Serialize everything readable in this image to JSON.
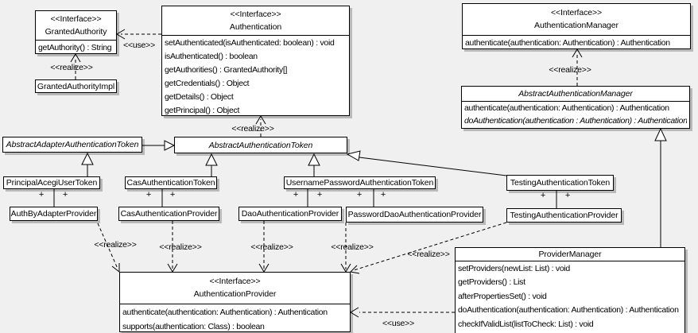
{
  "diagram": {
    "background_color": "#f0f0f0",
    "box_fill": "#ffffff",
    "border_color": "#000000",
    "shadow_color": "#b9b9b9"
  },
  "labels": {
    "use": "<<use>>",
    "realize": "<<realize>>",
    "plus": "+"
  },
  "classes": {
    "granted_authority": {
      "stereotype": "<<Interface>>",
      "name": "GrantedAuthority",
      "methods": [
        "getAuthority() : String"
      ]
    },
    "granted_authority_impl": {
      "name": "GrantedAuthorityImpl"
    },
    "authentication": {
      "stereotype": "<<Interface>>",
      "name": "Authentication",
      "methods": [
        "setAuthenticated(isAuthenticated: boolean) : void",
        "isAuthenticated() : boolean",
        "getAuthorities() : GrantedAuthority[]",
        "getCredentials() : Object",
        "getDetails() : Object",
        "getPrincipal() : Object"
      ]
    },
    "authentication_manager": {
      "stereotype": "<<Interface>>",
      "name": "AuthenticationManager",
      "methods": [
        "authenticate(authentication: Authentication) : Authentication"
      ]
    },
    "abstract_authentication_manager": {
      "name": "AbstractAuthenticationManager",
      "methods": [
        "authenticate(authentication: Authentication) : Authentication",
        "doAuthentication(authentication : Authentication) : Authentication"
      ]
    },
    "abstract_adapter_authentication_token": {
      "name": "AbstractAdapterAuthenticationToken"
    },
    "abstract_authentication_token": {
      "name": "AbstractAuthenticationToken"
    },
    "principal_acegi_user_token": {
      "name": "PrincipalAcegiUserToken"
    },
    "cas_authentication_token": {
      "name": "CasAuthenticationToken"
    },
    "username_password_authentication_token": {
      "name": "UsernamePasswordAuthenticationToken"
    },
    "testing_authentication_token": {
      "name": "TestingAuthenticationToken"
    },
    "auth_by_adapter_provider": {
      "name": "AuthByAdapterProvider"
    },
    "cas_authentication_provider": {
      "name": "CasAuthenticationProvider"
    },
    "dao_authentication_provider": {
      "name": "DaoAuthenticationProvider"
    },
    "password_dao_authentication_provider": {
      "name": "PasswordDaoAuthenticationProvider"
    },
    "testing_authentication_provider": {
      "name": "TestingAuthenticationProvider"
    },
    "authentication_provider": {
      "stereotype": "<<Interface>>",
      "name": "AuthenticationProvider",
      "methods": [
        "authenticate(authentication: Authentication) : Authentication",
        "supports(authentication: Class) : boolean"
      ]
    },
    "provider_manager": {
      "name": "ProviderManager",
      "methods": [
        "setProviders(newList: List) : void",
        "getProviders() : List",
        "afterPropertiesSet() : void",
        "doAuthentication(authentication: Authentication) : Authentication",
        "checkIfValidList(listToCheck: List) : void"
      ]
    }
  },
  "relationships": [
    {
      "from": "GrantedAuthorityImpl",
      "to": "GrantedAuthority",
      "type": "realize"
    },
    {
      "from": "Authentication",
      "to": "GrantedAuthority",
      "type": "use"
    },
    {
      "from": "AbstractAuthenticationToken",
      "to": "Authentication",
      "type": "realize"
    },
    {
      "from": "AbstractAuthenticationManager",
      "to": "AuthenticationManager",
      "type": "realize"
    },
    {
      "from": "AbstractAdapterAuthenticationToken",
      "to": "AbstractAuthenticationToken",
      "type": "generalization"
    },
    {
      "from": "PrincipalAcegiUserToken",
      "to": "AbstractAdapterAuthenticationToken",
      "type": "generalization"
    },
    {
      "from": "CasAuthenticationToken",
      "to": "AbstractAuthenticationToken",
      "type": "generalization"
    },
    {
      "from": "UsernamePasswordAuthenticationToken",
      "to": "AbstractAuthenticationToken",
      "type": "generalization"
    },
    {
      "from": "TestingAuthenticationToken",
      "to": "AbstractAuthenticationToken",
      "type": "generalization"
    },
    {
      "from": "ProviderManager",
      "to": "AbstractAuthenticationManager",
      "type": "generalization"
    },
    {
      "from": "PrincipalAcegiUserToken",
      "to": "AuthByAdapterProvider",
      "type": "association",
      "end_labels": [
        "+",
        "+"
      ]
    },
    {
      "from": "CasAuthenticationToken",
      "to": "CasAuthenticationProvider",
      "type": "association",
      "end_labels": [
        "+",
        "+"
      ]
    },
    {
      "from": "UsernamePasswordAuthenticationToken",
      "to": "DaoAuthenticationProvider",
      "type": "association",
      "end_labels": [
        "+",
        "+"
      ]
    },
    {
      "from": "UsernamePasswordAuthenticationToken",
      "to": "PasswordDaoAuthenticationProvider",
      "type": "association",
      "end_labels": [
        "+",
        "+"
      ]
    },
    {
      "from": "TestingAuthenticationToken",
      "to": "TestingAuthenticationProvider",
      "type": "association",
      "end_labels": [
        "+",
        "+"
      ]
    },
    {
      "from": "AuthByAdapterProvider",
      "to": "AuthenticationProvider",
      "type": "realize"
    },
    {
      "from": "CasAuthenticationProvider",
      "to": "AuthenticationProvider",
      "type": "realize"
    },
    {
      "from": "DaoAuthenticationProvider",
      "to": "AuthenticationProvider",
      "type": "realize"
    },
    {
      "from": "PasswordDaoAuthenticationProvider",
      "to": "AuthenticationProvider",
      "type": "realize"
    },
    {
      "from": "TestingAuthenticationProvider",
      "to": "AuthenticationProvider",
      "type": "realize"
    },
    {
      "from": "ProviderManager",
      "to": "AuthenticationProvider",
      "type": "use"
    }
  ]
}
